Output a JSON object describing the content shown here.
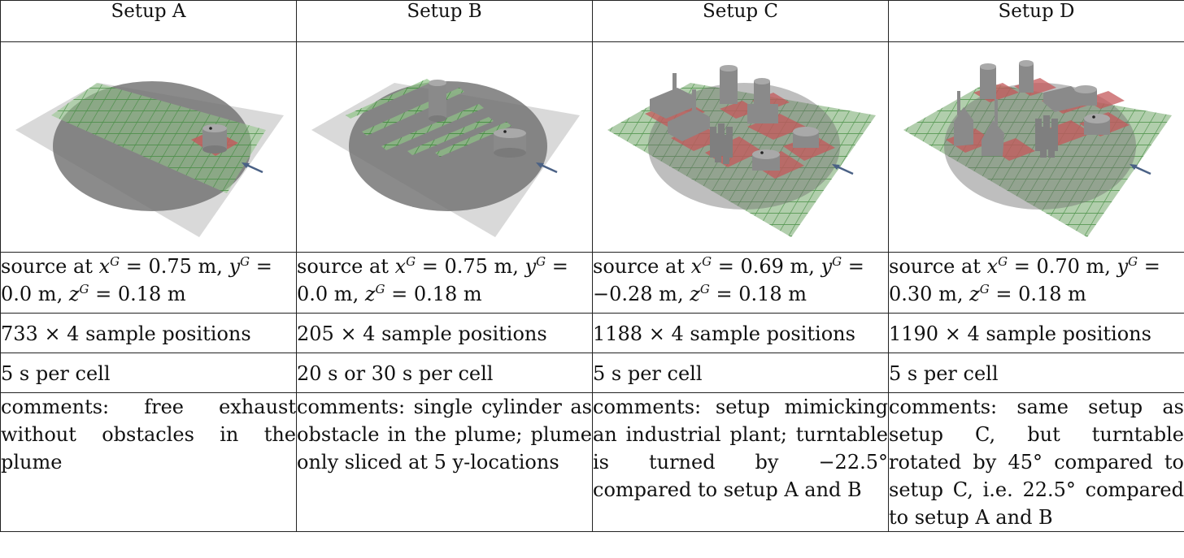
{
  "headers": [
    "Setup A",
    "Setup B",
    "Setup C",
    "Setup D"
  ],
  "source_prefix": "source at",
  "sources": [
    {
      "x": "0.75 m",
      "y": "0.0 m",
      "z": "0.18 m"
    },
    {
      "x": "0.75 m",
      "y": "0.0 m",
      "z": "0.18 m"
    },
    {
      "x": "0.69 m",
      "y": "−0.28 m",
      "z": "0.18 m"
    },
    {
      "x": "0.70 m",
      "y": "0.30 m",
      "z": "0.18 m"
    }
  ],
  "samples": [
    "733 × 4 sample positions",
    "205 × 4 sample positions",
    "1188 × 4 sample positions",
    "1190 × 4 sample positions"
  ],
  "times": [
    "5 s per cell",
    "20 s or 30 s per cell",
    "5 s per cell",
    "5 s per cell"
  ],
  "comments": [
    "comments: free exhaust without obstacles in the plume",
    "comments: single cylinder as obstacle in the plume; plume only sliced at 5 y-locations",
    "comments: setup mimicking an industrial plant; turntable is turned by −22.5° compared to setup A and B",
    "comments: same setup as setup C, but turntable rotated by 45° compared to setup C, i.e. 22.5° compared to setup A and B"
  ],
  "colors": {
    "plane": "#d9d9d9",
    "turntable": "#6e6e6e",
    "grid_green": "#4f9a4a",
    "source_cell_red": "#c4585b",
    "obstacle": "#8a8a8a",
    "arrow": "#4a6185"
  }
}
